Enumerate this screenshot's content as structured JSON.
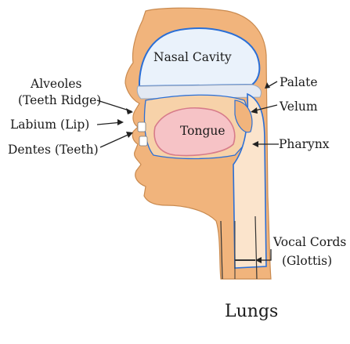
{
  "labels": {
    "nasal_cavity": "Nasal Cavity",
    "palate": "Palate",
    "velum": "Velum",
    "pharynx": "Pharynx",
    "alveoles": "Alveoles",
    "teeth_ridge": "(Teeth Ridge)",
    "labium": "Labium (Lip)",
    "dentes": "Dentes (Teeth)",
    "tongue": "Tongue",
    "vocal_cords": "Vocal Cords",
    "glottis": "(Glottis)",
    "lungs": "Lungs"
  },
  "colors": {
    "skin": "#f1b47c",
    "skin_edge": "#c98a4f",
    "nasal_cavity": "#eaf2fb",
    "cavity_outline": "#2b6fd6",
    "tongue_fill": "#f6c3c6",
    "tongue_edge": "#d77b8a",
    "palate_band": "#e3e9f3"
  }
}
